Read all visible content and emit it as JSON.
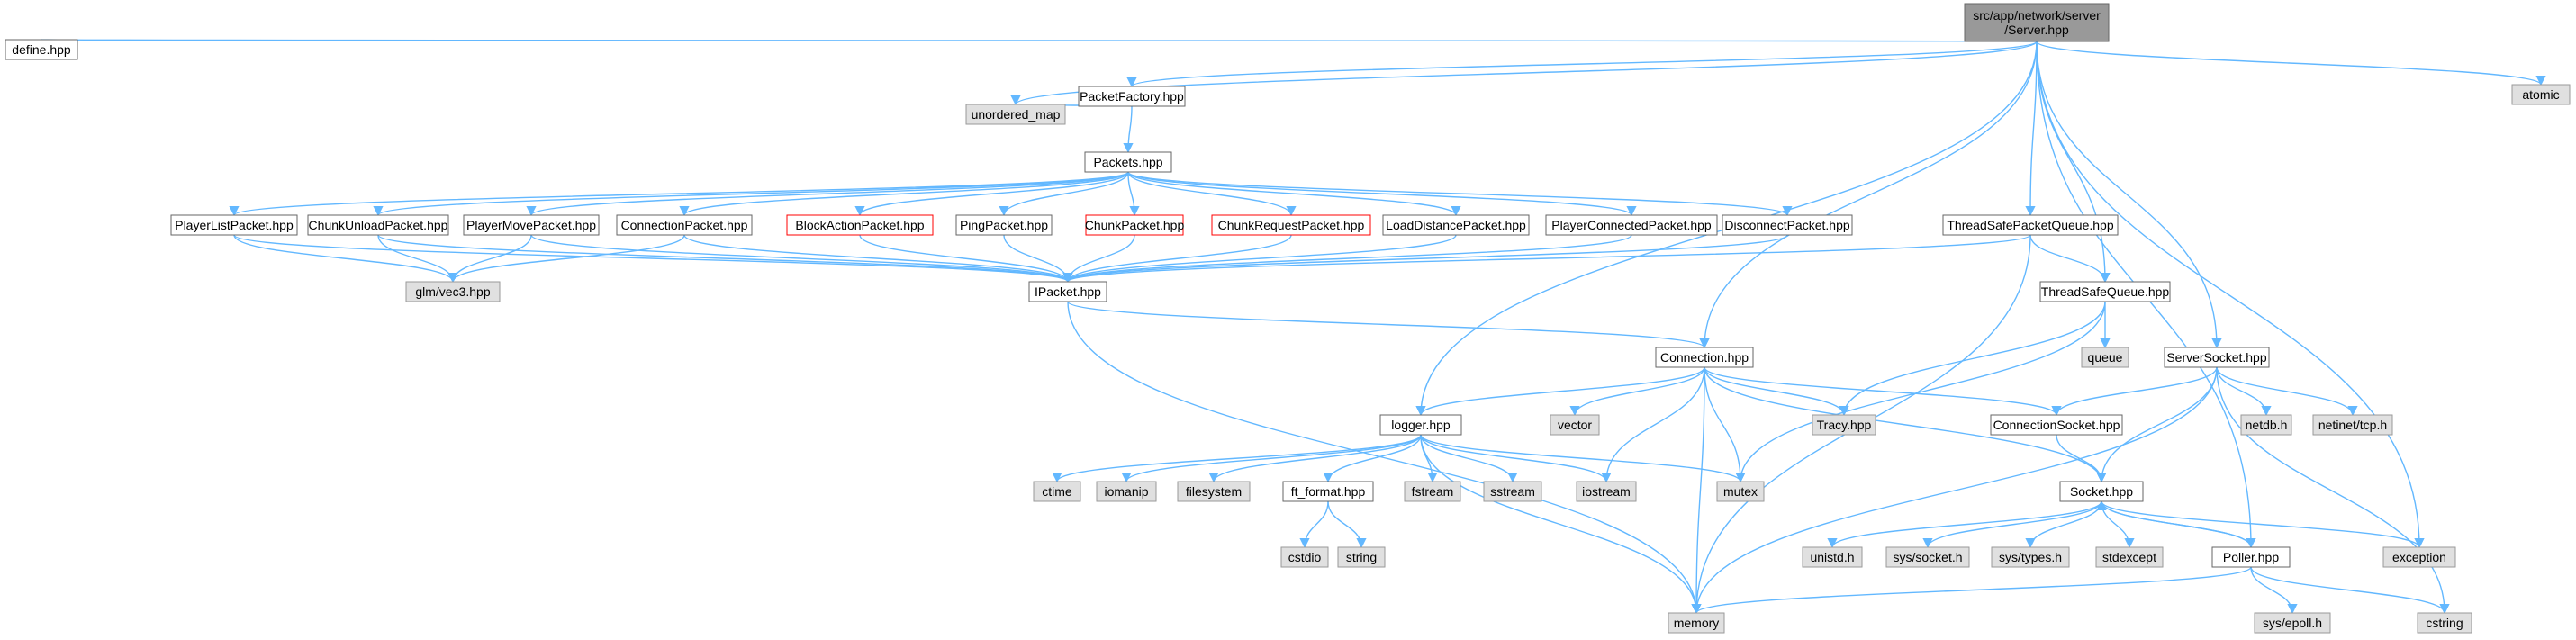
{
  "colors": {
    "edge": "#63b8ff",
    "box_border": "#666666",
    "external_fill": "#e0e0e0",
    "external_border": "#999999",
    "error_border": "#ff0000",
    "root_fill": "#999999"
  },
  "nodes": [
    {
      "id": "server",
      "label": [
        "src/app/network/server",
        "/Server.hpp"
      ],
      "kind": "root"
    },
    {
      "id": "define",
      "label": [
        "define.hpp"
      ],
      "kind": "local"
    },
    {
      "id": "packetfactory",
      "label": [
        "PacketFactory.hpp"
      ],
      "kind": "local"
    },
    {
      "id": "unordered_map",
      "label": [
        "unordered_map"
      ],
      "kind": "external"
    },
    {
      "id": "packets",
      "label": [
        "Packets.hpp"
      ],
      "kind": "local"
    },
    {
      "id": "atomic",
      "label": [
        "atomic"
      ],
      "kind": "external"
    },
    {
      "id": "playerlist",
      "label": [
        "PlayerListPacket.hpp"
      ],
      "kind": "local"
    },
    {
      "id": "chunkunload",
      "label": [
        "ChunkUnloadPacket.hpp"
      ],
      "kind": "local"
    },
    {
      "id": "playermove",
      "label": [
        "PlayerMovePacket.hpp"
      ],
      "kind": "local"
    },
    {
      "id": "connectionpacket",
      "label": [
        "ConnectionPacket.hpp"
      ],
      "kind": "local"
    },
    {
      "id": "blockaction",
      "label": [
        "BlockActionPacket.hpp"
      ],
      "kind": "missing"
    },
    {
      "id": "pingpacket",
      "label": [
        "PingPacket.hpp"
      ],
      "kind": "local"
    },
    {
      "id": "chunkpacket",
      "label": [
        "ChunkPacket.hpp"
      ],
      "kind": "missing"
    },
    {
      "id": "chunkrequest",
      "label": [
        "ChunkRequestPacket.hpp"
      ],
      "kind": "missing"
    },
    {
      "id": "loaddistance",
      "label": [
        "LoadDistancePacket.hpp"
      ],
      "kind": "local"
    },
    {
      "id": "playerconnected",
      "label": [
        "PlayerConnectedPacket.hpp"
      ],
      "kind": "local"
    },
    {
      "id": "disconnect",
      "label": [
        "DisconnectPacket.hpp"
      ],
      "kind": "local"
    },
    {
      "id": "tspq",
      "label": [
        "ThreadSafePacketQueue.hpp"
      ],
      "kind": "local"
    },
    {
      "id": "glm",
      "label": [
        "glm/vec3.hpp"
      ],
      "kind": "external"
    },
    {
      "id": "ipacket",
      "label": [
        "IPacket.hpp"
      ],
      "kind": "local"
    },
    {
      "id": "tsq",
      "label": [
        "ThreadSafeQueue.hpp"
      ],
      "kind": "local"
    },
    {
      "id": "queue",
      "label": [
        "queue"
      ],
      "kind": "external"
    },
    {
      "id": "connection",
      "label": [
        "Connection.hpp"
      ],
      "kind": "local"
    },
    {
      "id": "serversocket",
      "label": [
        "ServerSocket.hpp"
      ],
      "kind": "local"
    },
    {
      "id": "logger",
      "label": [
        "logger.hpp"
      ],
      "kind": "local"
    },
    {
      "id": "vector",
      "label": [
        "vector"
      ],
      "kind": "external"
    },
    {
      "id": "tracy",
      "label": [
        "Tracy.hpp"
      ],
      "kind": "external"
    },
    {
      "id": "connsocket",
      "label": [
        "ConnectionSocket.hpp"
      ],
      "kind": "local"
    },
    {
      "id": "netdb",
      "label": [
        "netdb.h"
      ],
      "kind": "external"
    },
    {
      "id": "tcp",
      "label": [
        "netinet/tcp.h"
      ],
      "kind": "external"
    },
    {
      "id": "ctime",
      "label": [
        "ctime"
      ],
      "kind": "external"
    },
    {
      "id": "iomanip",
      "label": [
        "iomanip"
      ],
      "kind": "external"
    },
    {
      "id": "filesystem",
      "label": [
        "filesystem"
      ],
      "kind": "external"
    },
    {
      "id": "ftformat",
      "label": [
        "ft_format.hpp"
      ],
      "kind": "local"
    },
    {
      "id": "fstream",
      "label": [
        "fstream"
      ],
      "kind": "external"
    },
    {
      "id": "sstream",
      "label": [
        "sstream"
      ],
      "kind": "external"
    },
    {
      "id": "iostream",
      "label": [
        "iostream"
      ],
      "kind": "external"
    },
    {
      "id": "mutex",
      "label": [
        "mutex"
      ],
      "kind": "external"
    },
    {
      "id": "socket",
      "label": [
        "Socket.hpp"
      ],
      "kind": "local"
    },
    {
      "id": "cstdio",
      "label": [
        "cstdio"
      ],
      "kind": "external"
    },
    {
      "id": "string",
      "label": [
        "string"
      ],
      "kind": "external"
    },
    {
      "id": "unistd",
      "label": [
        "unistd.h"
      ],
      "kind": "external"
    },
    {
      "id": "syssocket",
      "label": [
        "sys/socket.h"
      ],
      "kind": "external"
    },
    {
      "id": "systypes",
      "label": [
        "sys/types.h"
      ],
      "kind": "external"
    },
    {
      "id": "stdexcept",
      "label": [
        "stdexcept"
      ],
      "kind": "external"
    },
    {
      "id": "poller",
      "label": [
        "Poller.hpp"
      ],
      "kind": "local"
    },
    {
      "id": "exception",
      "label": [
        "exception"
      ],
      "kind": "external"
    },
    {
      "id": "memory",
      "label": [
        "memory"
      ],
      "kind": "external"
    },
    {
      "id": "cstring",
      "label": [
        "cstring"
      ],
      "kind": "external"
    },
    {
      "id": "sysepoll",
      "label": [
        "sys/epoll.h"
      ],
      "kind": "external"
    }
  ],
  "edges": [
    [
      "server",
      "define"
    ],
    [
      "server",
      "packetfactory"
    ],
    [
      "server",
      "unordered_map"
    ],
    [
      "server",
      "atomic"
    ],
    [
      "server",
      "connection"
    ],
    [
      "server",
      "tspq"
    ],
    [
      "server",
      "tsq"
    ],
    [
      "server",
      "serversocket"
    ],
    [
      "server",
      "logger"
    ],
    [
      "server",
      "poller"
    ],
    [
      "server",
      "exception"
    ],
    [
      "packetfactory",
      "unordered_map"
    ],
    [
      "packetfactory",
      "packets"
    ],
    [
      "packets",
      "playerlist"
    ],
    [
      "packets",
      "chunkunload"
    ],
    [
      "packets",
      "playermove"
    ],
    [
      "packets",
      "connectionpacket"
    ],
    [
      "packets",
      "blockaction"
    ],
    [
      "packets",
      "pingpacket"
    ],
    [
      "packets",
      "chunkpacket"
    ],
    [
      "packets",
      "chunkrequest"
    ],
    [
      "packets",
      "loaddistance"
    ],
    [
      "packets",
      "playerconnected"
    ],
    [
      "packets",
      "disconnect"
    ],
    [
      "playerlist",
      "glm"
    ],
    [
      "playerlist",
      "ipacket"
    ],
    [
      "chunkunload",
      "glm"
    ],
    [
      "chunkunload",
      "ipacket"
    ],
    [
      "playermove",
      "glm"
    ],
    [
      "playermove",
      "ipacket"
    ],
    [
      "connectionpacket",
      "glm"
    ],
    [
      "connectionpacket",
      "ipacket"
    ],
    [
      "blockaction",
      "ipacket"
    ],
    [
      "pingpacket",
      "ipacket"
    ],
    [
      "chunkpacket",
      "ipacket"
    ],
    [
      "chunkrequest",
      "ipacket"
    ],
    [
      "loaddistance",
      "ipacket"
    ],
    [
      "playerconnected",
      "ipacket"
    ],
    [
      "disconnect",
      "ipacket"
    ],
    [
      "tspq",
      "ipacket"
    ],
    [
      "tspq",
      "tsq"
    ],
    [
      "tspq",
      "memory"
    ],
    [
      "ipacket",
      "connection"
    ],
    [
      "ipacket",
      "memory"
    ],
    [
      "tsq",
      "queue"
    ],
    [
      "tsq",
      "tracy"
    ],
    [
      "tsq",
      "mutex"
    ],
    [
      "connection",
      "logger"
    ],
    [
      "connection",
      "vector"
    ],
    [
      "connection",
      "tracy"
    ],
    [
      "connection",
      "connsocket"
    ],
    [
      "connection",
      "iostream"
    ],
    [
      "connection",
      "mutex"
    ],
    [
      "connection",
      "memory"
    ],
    [
      "connection",
      "socket"
    ],
    [
      "serversocket",
      "connsocket"
    ],
    [
      "serversocket",
      "netdb"
    ],
    [
      "serversocket",
      "tcp"
    ],
    [
      "serversocket",
      "socket"
    ],
    [
      "serversocket",
      "memory"
    ],
    [
      "serversocket",
      "cstring"
    ],
    [
      "connsocket",
      "socket"
    ],
    [
      "logger",
      "ctime"
    ],
    [
      "logger",
      "iomanip"
    ],
    [
      "logger",
      "filesystem"
    ],
    [
      "logger",
      "ftformat"
    ],
    [
      "logger",
      "fstream"
    ],
    [
      "logger",
      "sstream"
    ],
    [
      "logger",
      "iostream"
    ],
    [
      "logger",
      "mutex"
    ],
    [
      "logger",
      "memory"
    ],
    [
      "ftformat",
      "cstdio"
    ],
    [
      "ftformat",
      "string"
    ],
    [
      "socket",
      "unistd"
    ],
    [
      "socket",
      "syssocket"
    ],
    [
      "socket",
      "systypes"
    ],
    [
      "socket",
      "stdexcept"
    ],
    [
      "socket",
      "poller"
    ],
    [
      "socket",
      "exception"
    ],
    [
      "poller",
      "socket"
    ],
    [
      "poller",
      "memory"
    ],
    [
      "poller",
      "cstring"
    ],
    [
      "poller",
      "sysepoll"
    ]
  ]
}
